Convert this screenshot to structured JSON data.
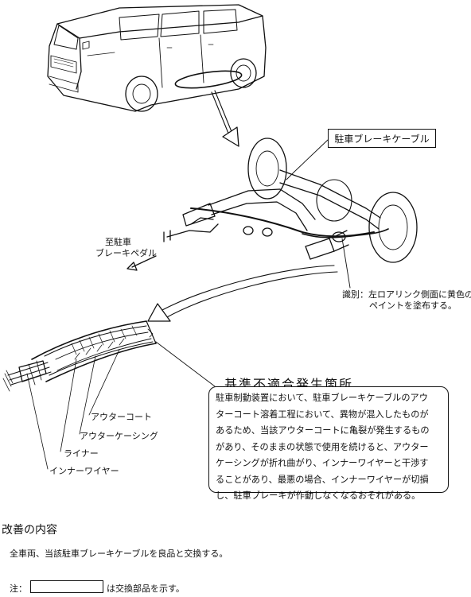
{
  "labels": {
    "parking_cable_callout": "駐車ブレーキケーブル",
    "to_pedal_line1": "至駐車",
    "to_pedal_line2": "ブレーキペダル",
    "identification_line1": "識別：左ロアリンク側面に黄色の",
    "identification_line2": "ペイントを塗布する。",
    "outer_coat": "アウターコート",
    "outer_casing": "アウターケーシング",
    "liner": "ライナー",
    "inner_wire": "インナーワイヤー"
  },
  "defect": {
    "heading": "基準不適合発生箇所",
    "lines": [
      "駐車制動装置において、駐車ブレーキケーブルのアウ",
      "ターコート溶着工程において、異物が混入したものが",
      "あるため、当該アウターコートに亀裂が発生するもの",
      "があり、そのままの状態で使用を続けると、アウター",
      "ケーシングが折れ曲がり、インナーワイヤーと干渉す",
      "ることがあり、最悪の場合、インナーワイヤーが切損",
      "し、駐車ブレーキが作動しなくなるおそれがある。"
    ]
  },
  "improvement": {
    "title": "改善の内容",
    "body": "全車両、当該駐車ブレーキケーブルを良品と交換する。"
  },
  "note": {
    "prefix": "注：",
    "text": "は交換部品を示す。"
  }
}
